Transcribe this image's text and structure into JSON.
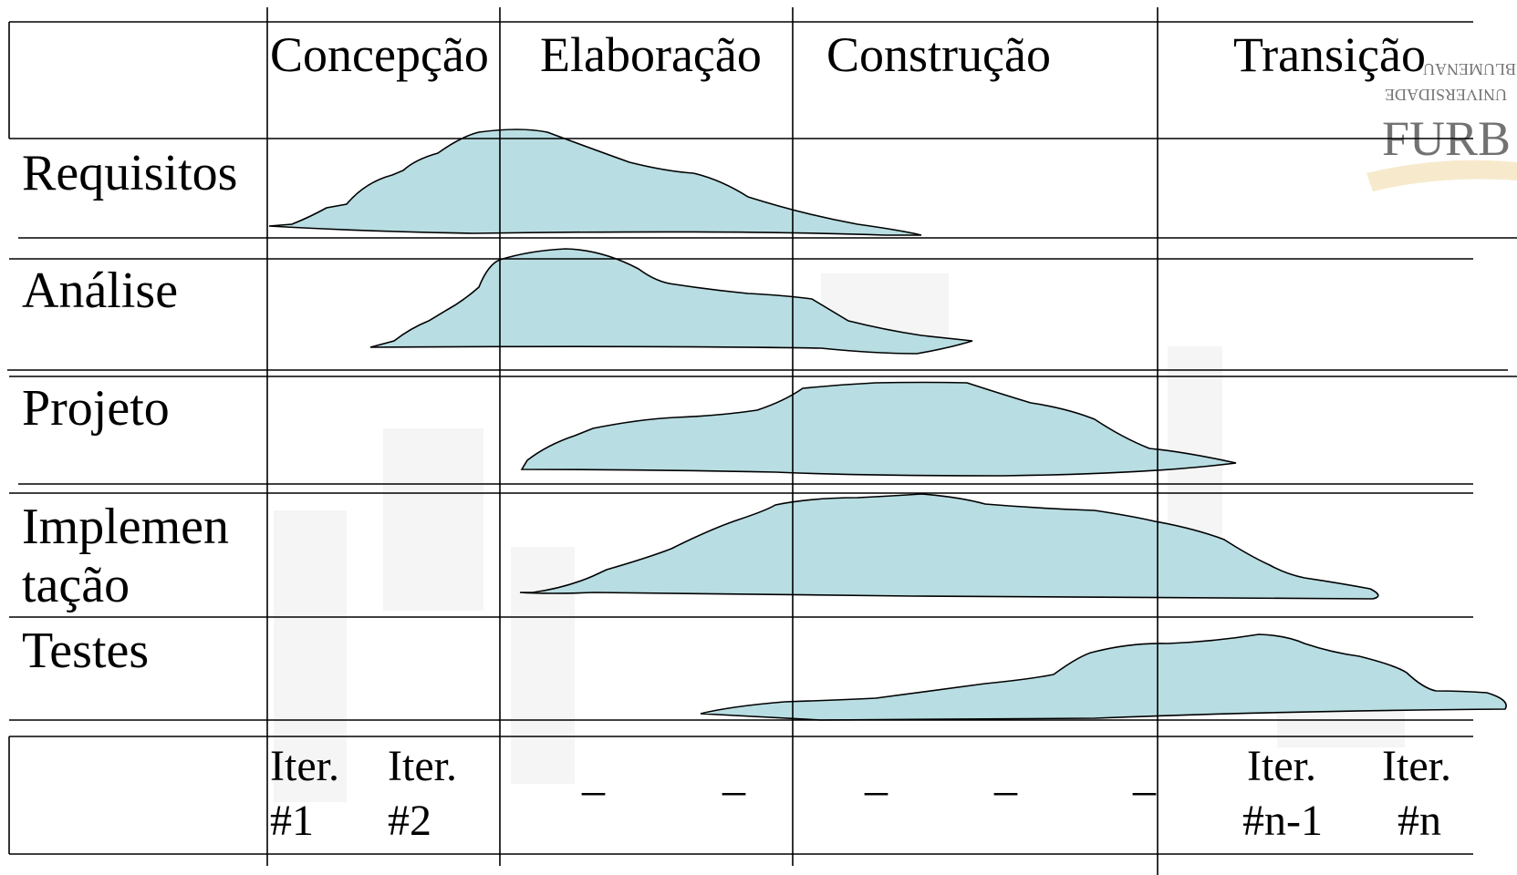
{
  "phases": [
    "Concepção",
    "Elaboração",
    "Construção",
    "Transição"
  ],
  "disciplines": [
    {
      "label": "Requisitos"
    },
    {
      "label": "Análise"
    },
    {
      "label": "Projeto"
    },
    {
      "label_line1": "Implemen",
      "label_line2": "tação"
    },
    {
      "label": "Testes"
    }
  ],
  "iterations": [
    {
      "line1": "Iter.",
      "line2": "#1"
    },
    {
      "line1": "Iter.",
      "line2": "#2"
    },
    {
      "line1": "Iter.",
      "line2": "#n-1"
    },
    {
      "line1": "Iter.",
      "line2": "#n"
    }
  ],
  "iteration_separators": [
    "_",
    "_",
    "_",
    "_",
    "_"
  ],
  "watermark": {
    "line1": "BLUMENAU",
    "line2": "UNIVERSIDADE",
    "logo_text": "FURB"
  },
  "colors": {
    "hump_fill": "#b8dde2",
    "grid": "#000000",
    "background": "#ffffff"
  }
}
